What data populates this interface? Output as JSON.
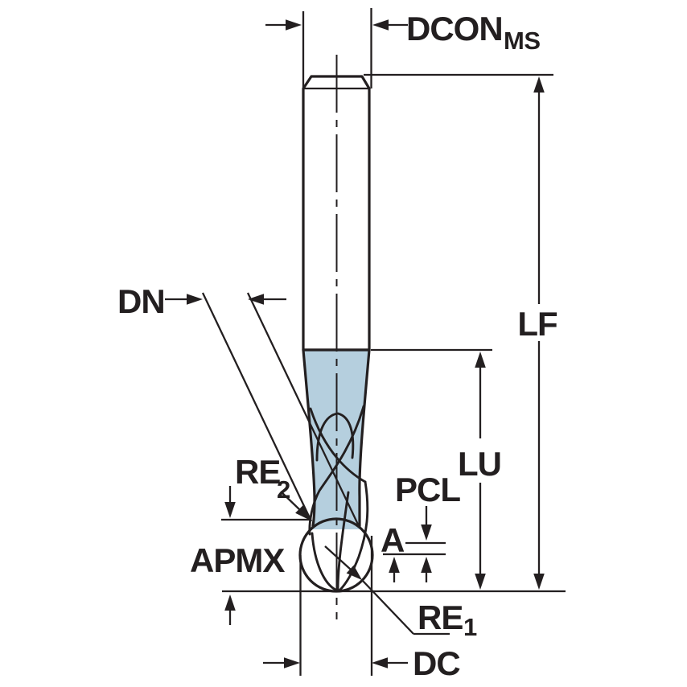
{
  "diagram": {
    "type": "technical-drawing",
    "subject": "ball-nose-end-mill-dimension-diagram",
    "background": "#ffffff",
    "colors": {
      "outline": "#231f20",
      "shank_fill": "#dce8f1",
      "cutter_fill": "#b5cfde",
      "dimension": "#231f20"
    },
    "labels": {
      "dcon": {
        "main": "DCON",
        "sub": "MS"
      },
      "lf": "LF",
      "lu": "LU",
      "dn": "DN",
      "re2": {
        "main": "RE",
        "sub": "2"
      },
      "apmx": "APMX",
      "pcl": "PCL",
      "a": "A",
      "re1": {
        "main": "RE",
        "sub": "1"
      },
      "dc": "DC"
    }
  }
}
